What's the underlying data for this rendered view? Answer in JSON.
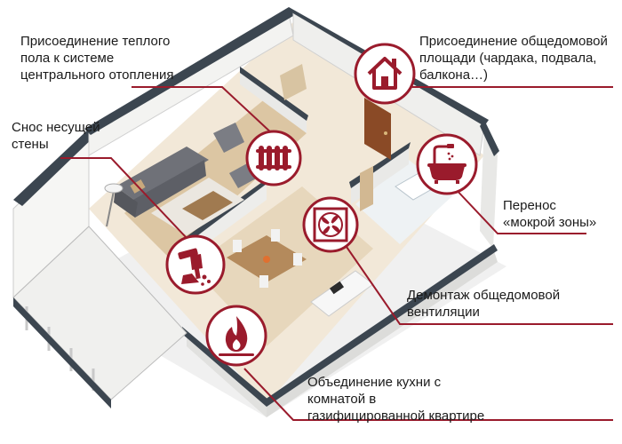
{
  "colors": {
    "accent": "#9a1b2c",
    "badge_fill": "#ffffff",
    "wall": "#f4f4f2",
    "wall_dark": "#3c4650",
    "floor": "#d9c3a0"
  },
  "callouts": [
    {
      "id": "warm-floor",
      "icon": "radiator-icon",
      "lines": [
        "Присоединение теплого",
        "пола к системе",
        "центрального отопления"
      ]
    },
    {
      "id": "common-area",
      "icon": "house-icon",
      "lines": [
        "Присоединение общедомовой",
        "площади (чардака, подвала,",
        "балкона…)"
      ]
    },
    {
      "id": "load-wall",
      "icon": "jackhammer-icon",
      "lines": [
        "Снос несущей",
        "стены"
      ]
    },
    {
      "id": "wet-zone",
      "icon": "bathtub-icon",
      "lines": [
        "Перенос",
        "«мокрой зоны»"
      ]
    },
    {
      "id": "ventilation",
      "icon": "fan-icon",
      "lines": [
        "Демонтаж общедомовой",
        "вентиляции"
      ]
    },
    {
      "id": "gas-kitchen",
      "icon": "flame-icon",
      "lines": [
        "Объединение кухни с",
        "комнатой в",
        "газифицированной квартире"
      ]
    }
  ]
}
